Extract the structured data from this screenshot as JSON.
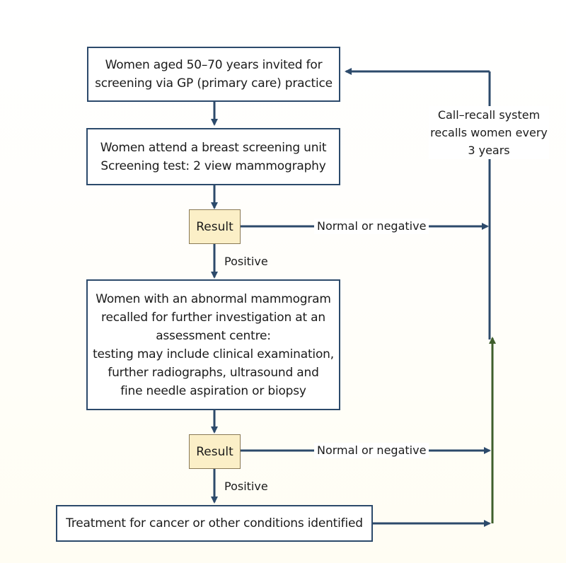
{
  "flowchart": {
    "invite_box": "Women aged 50–70 years invited for\nscreening via GP (primary care) practice",
    "attend_box": "Women attend a breast screening unit\nScreening test: 2 view mammography",
    "result1": "Result",
    "normal1": "Normal or negative",
    "positive1": "Positive",
    "assessment_box": "Women with an abnormal mammogram\nrecalled for further investigation at an\nassessment centre:\ntesting may include clinical examination,\nfurther radiographs, ultrasound and\nfine needle aspiration or biopsy",
    "result2": "Result",
    "normal2": "Normal or negative",
    "positive2": "Positive",
    "treatment_box": "Treatment for cancer or other conditions identified",
    "call_recall": "Call–recall system\nrecalls women every\n3 years"
  },
  "colors": {
    "arrow": "#2c4a6b",
    "green_arrow": "#3f5f2c",
    "result_fill": "#fbefc7"
  }
}
